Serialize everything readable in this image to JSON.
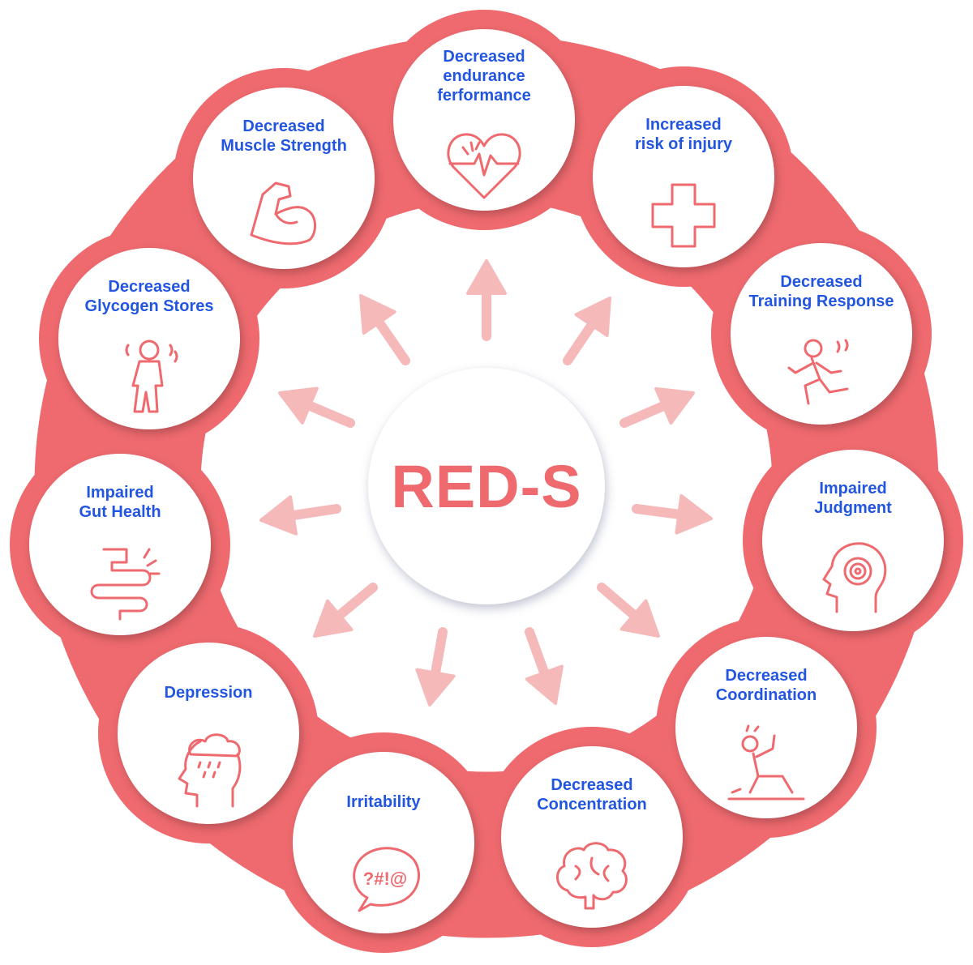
{
  "colors": {
    "ring": "#ee6a6f",
    "arrow": "#f5b9ba",
    "label": "#2356e0",
    "icon": "#ee6a6f"
  },
  "center": {
    "title": "RED-S"
  },
  "nodes": [
    {
      "label": "Decreased\nendurance\nferformance",
      "icon": "heart-pulse-icon"
    },
    {
      "label": "Increased\nrisk of injury",
      "icon": "medical-cross-icon"
    },
    {
      "label": "Decreased\nTraining Response",
      "icon": "tired-runner-icon"
    },
    {
      "label": "Impaired\nJudgment",
      "icon": "spiral-head-icon"
    },
    {
      "label": "Decreased\nCoordination",
      "icon": "falling-person-icon"
    },
    {
      "label": "Decreased\nConcentration",
      "icon": "brain-icon"
    },
    {
      "label": "Irritability",
      "icon": "angry-speech-bubble-icon"
    },
    {
      "label": "Depression",
      "icon": "rain-cloud-head-icon"
    },
    {
      "label": "Impaired\nGut Health",
      "icon": "intestine-icon"
    },
    {
      "label": "Decreased\nGlycogen Stores",
      "icon": "exhausted-person-icon"
    },
    {
      "label": "Decreased\nMuscle Strength",
      "icon": "flexed-arm-icon"
    }
  ],
  "irritability_symbols": "?#!@"
}
